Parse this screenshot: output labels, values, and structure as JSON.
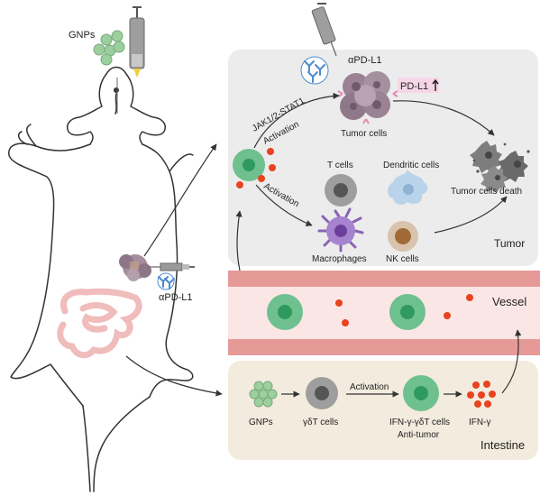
{
  "panels": {
    "tumor": "Tumor",
    "vessel": "Vessel",
    "intestine": "Intestine"
  },
  "mouse": {
    "injected_agent_label": "GNPs",
    "tumor_treatment_label": "αPD-L1"
  },
  "tumor_panel": {
    "treatment_label": "αPD-L1",
    "pdl1_badge": "PD-L1",
    "pathway_label": "JAK1/2-STAT1",
    "activation_upper": "Activation",
    "activation_lower": "Activation",
    "tumor_cells_label": "Tumor cells",
    "tumor_death_label": "Tumor cells death",
    "t_cells_label": "T cells",
    "dendritic_cells_label": "Dendritic cells",
    "macrophages_label": "Macrophages",
    "nk_cells_label": "NK cells"
  },
  "intestine_panel": {
    "gnps_label": "GNPs",
    "gdt_cells_label": "γδT cells",
    "activation_label": "Activation",
    "ifn_cells_label": "IFN-γ-γδT cells",
    "anti_tumor_label": "Anti-tumor",
    "ifn_label": "IFN-γ"
  },
  "colors": {
    "panel_gray": "#ececec",
    "intestine_beige": "#f3ebdd",
    "vessel_wall": "#e59a98",
    "vessel_lumen": "#fbe6e6",
    "gdt_green": "#6fc08f",
    "ifn_red": "#e8431f",
    "tumor_purple": "#9a8294",
    "macrophage_purple": "#8a63b3",
    "dendritic_blue": "#b9d3ea",
    "nk_brown": "#a06a37",
    "syringe_gray": "#8e8e8e",
    "antibody_blue": "#4c8bd0"
  }
}
